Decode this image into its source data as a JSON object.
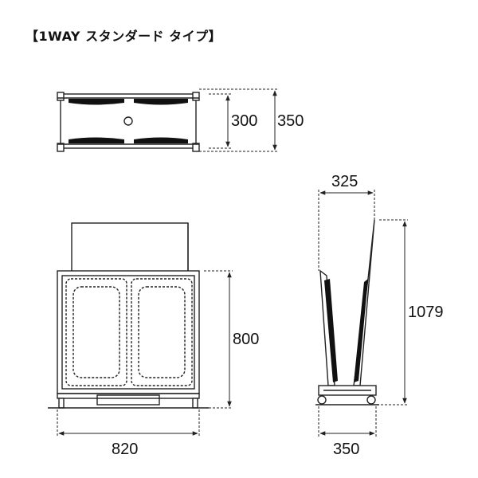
{
  "title": "【1WAY スタンダード タイプ】",
  "dimensions": {
    "top_inner_depth": "300",
    "top_outer_depth": "350",
    "side_top_width": "325",
    "side_height": "1079",
    "side_base_width": "350",
    "front_height": "800",
    "front_width": "820"
  },
  "colors": {
    "line": "#222222",
    "dark_panel": "#111111"
  }
}
